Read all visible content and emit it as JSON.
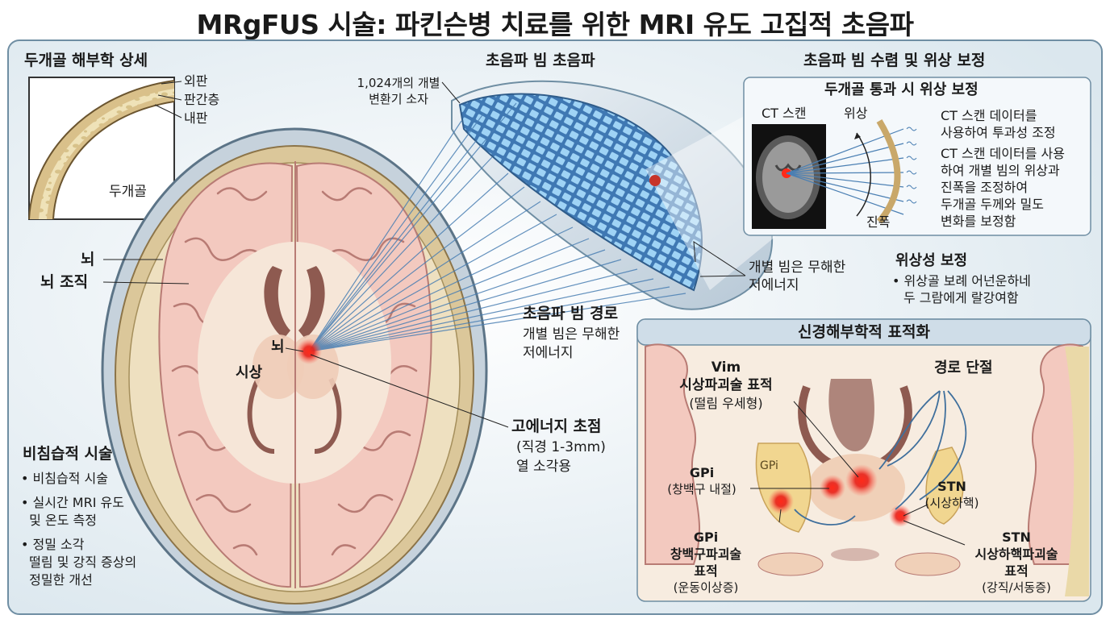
{
  "title": "MRgFUS 시술: 파킨슨병 치료를 위한 MRI 유도 고집적 초음파",
  "skull_detail": {
    "heading": "두개골 해부학 상세",
    "outer_table": "외판",
    "diploe": "판간층",
    "inner_table": "내판",
    "skull": "두개골"
  },
  "brain": {
    "brain": "뇌",
    "brain_tissue": "뇌 조직",
    "thalamus_a": "뇌",
    "thalamus_b": "시상"
  },
  "transducer": {
    "heading": "초음파 빔 초음파",
    "elements_a": "1,024개의 개별",
    "elements_b": "변환기 소자",
    "beams_a": "개별 빔은 무해한",
    "beams_b": "저에너지"
  },
  "beam_path": {
    "heading": "초음파 빔 경로",
    "line1": "개별 빔은 무해한",
    "line2": "저에너지"
  },
  "focus": {
    "heading": "고에너지 초점",
    "line1": "(직경 1-3mm)",
    "line2": "열 소각용"
  },
  "noninvasive": {
    "heading": "비침습적 시술",
    "items": [
      "• 비침습적 시술",
      "• 실시간 MRI 유도",
      "  및 온도 측정",
      "• 정밀 소각",
      "  떨림 및 강직 증상의",
      "  정밀한 개선"
    ]
  },
  "phase": {
    "heading": "초음파 빔 수렴 및 위상 보정",
    "box_title": "두개골 통과 시 위상 보정",
    "ct_label": "CT 스캔",
    "phase_label": "위상",
    "amp_label": "진폭",
    "desc": [
      "CT 스캔 데이터를",
      "사용하여 투과성 조정",
      "CT 스캔 데이터를 사용",
      "하여 개별 빔의 위상과",
      "진폭을 조정하여",
      "두개골 두께와 밀도",
      "변화를 보정함"
    ]
  },
  "phase_corr": {
    "heading": "위상성 보정",
    "line1": "• 위상골 보례 어넌운하네",
    "line2": "두 그람에게 랄강여함"
  },
  "neuro": {
    "heading": "신경해부학적 표적화",
    "vim_a": "Vim",
    "vim_b": "시상파괴술 표적",
    "vim_c": "(떨림 우세형)",
    "pathway": "경로 단절",
    "gpi_inner": "GPi",
    "gpi_a": "GPi",
    "gpi_b": "(창백구 내절)",
    "stn_a": "STN",
    "stn_b": "(시상하핵)",
    "gpi2_a": "GPi",
    "gpi2_b": "창백구파괴술",
    "gpi2_c": "표적",
    "gpi2_d": "(운동이상증)",
    "stn2_a": "STN",
    "stn2_b": "시상하핵파괴술",
    "stn2_c": "표적",
    "stn2_d": "(강직/서동증)"
  },
  "colors": {
    "panel_bg": "#e8f0f4",
    "brain_pink": "#f3c9bf",
    "gyri_line": "#b87b74",
    "skull_bone": "#ead9a8",
    "beam_blue": "#4a7fb3",
    "focus_red": "#e0201a"
  }
}
